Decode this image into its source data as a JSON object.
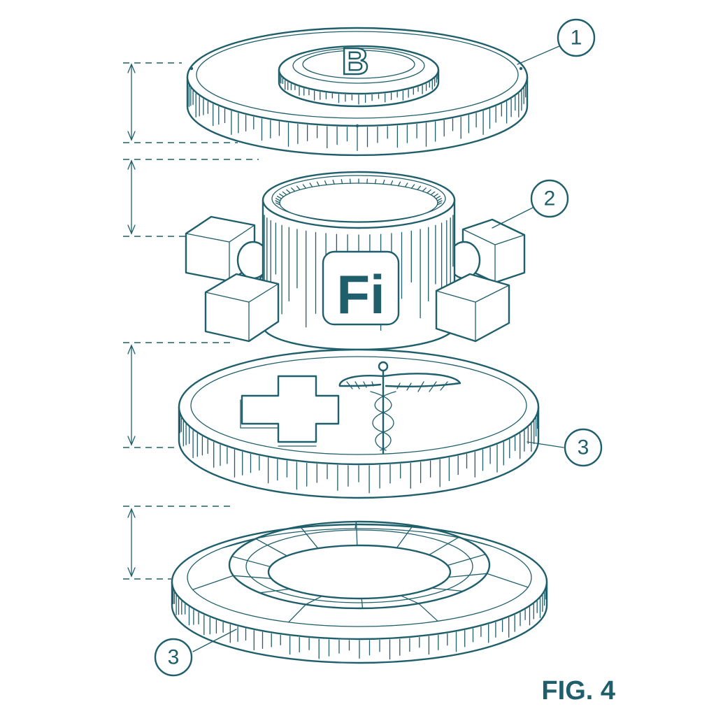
{
  "figure": {
    "label": "FIG. 4",
    "accent_color": "#1f5f6b",
    "components": [
      {
        "callout": "1",
        "icon": "coin-b-icon",
        "coin_letter": "B"
      },
      {
        "callout": "2",
        "icon": "fi-badge-icon",
        "badge_text": "Fi"
      },
      {
        "callout": "3",
        "icons": [
          "medical-cross-icon",
          "caduceus-icon"
        ]
      },
      {
        "callout": "3",
        "icon": "segmented-ring-icon"
      }
    ]
  }
}
